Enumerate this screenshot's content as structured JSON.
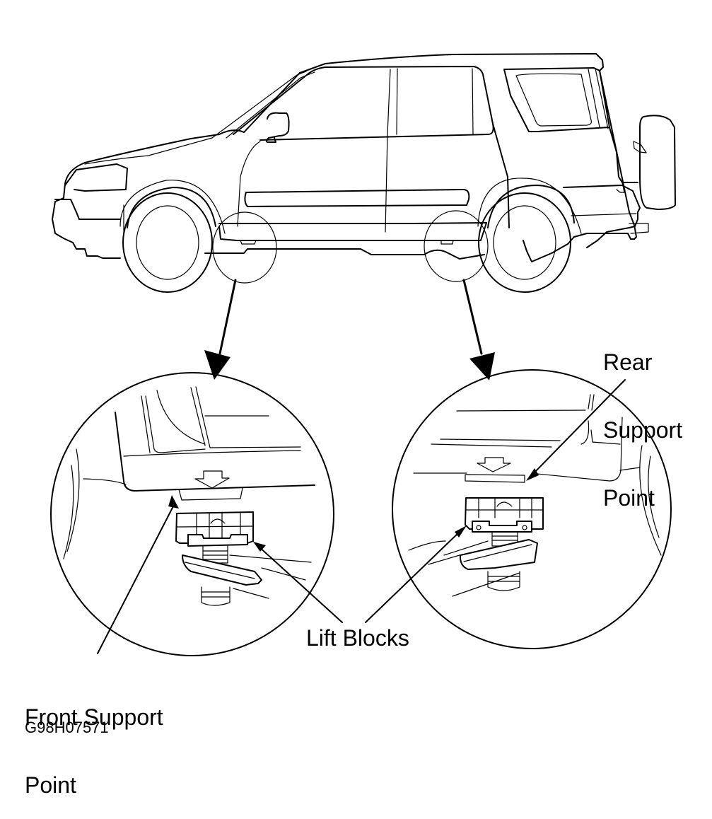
{
  "figure": {
    "code": "G98H07571",
    "subject": "SUV side view with front and rear lift support points",
    "colors": {
      "line": "#000000",
      "background": "#ffffff"
    }
  },
  "labels": {
    "rear_support": {
      "line1": "Rear",
      "line2": "Support",
      "line3": "Point"
    },
    "front_support": {
      "line1": "Front Support",
      "line2": "Point"
    },
    "lift_blocks": "Lift Blocks"
  },
  "detail_views": [
    {
      "id": "front",
      "name": "Front Support Point detail"
    },
    {
      "id": "rear",
      "name": "Rear Support Point detail"
    }
  ]
}
